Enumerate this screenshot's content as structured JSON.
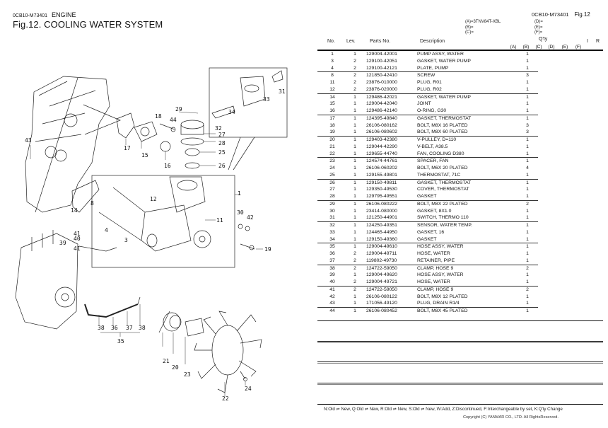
{
  "header": {
    "doc_code": "0CB10-M73401",
    "section": "ENGINE",
    "title": "Fig.12.  COOLING WATER SYSTEM",
    "right_code": "0CB10-M73401",
    "fig_label": "Fig.12"
  },
  "models": {
    "a": "(A)=3TNV84T-XBL",
    "b": "(B)=",
    "c": "(C)=",
    "d": "(D)=",
    "e": "(E)=",
    "f": "(F)="
  },
  "columns": {
    "no": "No.",
    "lev": "Lev.",
    "parts_no": "Parts No.",
    "description": "Description",
    "qty": "Q'ty",
    "qa": "(A)",
    "qb": "(B)",
    "qc": "(C)",
    "qd": "(D)",
    "qe": "(E)",
    "qf": "(F)",
    "i": "I",
    "r": "R"
  },
  "parts": [
    {
      "no": "1",
      "lev": "1",
      "pn": "129004-42001",
      "desc": "PUMP ASSY, WATER",
      "qa": "1"
    },
    {
      "no": "3",
      "lev": "2",
      "pn": "129100-42051",
      "desc": "GASKET, WATER PUMP",
      "qa": "1"
    },
    {
      "no": "4",
      "lev": "2",
      "pn": "129100-42121",
      "desc": "PLATE, PUMP",
      "qa": "1"
    },
    {
      "no": "8",
      "lev": "2",
      "pn": "121850-42410",
      "desc": "SCREW",
      "qa": "3"
    },
    {
      "no": "11",
      "lev": "2",
      "pn": "23876-010000",
      "desc": "PLUG, R01",
      "qa": "1"
    },
    {
      "no": "12",
      "lev": "2",
      "pn": "23876-020000",
      "desc": "PLUG, R02",
      "qa": "1"
    },
    {
      "no": "14",
      "lev": "1",
      "pn": "129486-42021",
      "desc": "GASKET, WATER PUMP",
      "qa": "1"
    },
    {
      "no": "15",
      "lev": "1",
      "pn": "129004-42040",
      "desc": "JOINT",
      "qa": "1"
    },
    {
      "no": "16",
      "lev": "1",
      "pn": "129486-42140",
      "desc": "O-RING, G30",
      "qa": "1"
    },
    {
      "no": "17",
      "lev": "1",
      "pn": "124395-49840",
      "desc": "GASKET, THERMOSTAT",
      "qa": "1"
    },
    {
      "no": "18",
      "lev": "1",
      "pn": "26106-080162",
      "desc": "BOLT, M8X 16 PLATED",
      "qa": "3"
    },
    {
      "no": "19",
      "lev": "1",
      "pn": "26106-080602",
      "desc": "BOLT, M8X 60 PLATED",
      "qa": "3"
    },
    {
      "no": "20",
      "lev": "1",
      "pn": "129403-42380",
      "desc": "V-PULLEY, D=110",
      "qa": "1"
    },
    {
      "no": "21",
      "lev": "1",
      "pn": "129044-42290",
      "desc": "V-BELT, A38.5",
      "qa": "1"
    },
    {
      "no": "22",
      "lev": "1",
      "pn": "129655-44740",
      "desc": "FAN, COOLING D380",
      "qa": "1"
    },
    {
      "no": "23",
      "lev": "1",
      "pn": "124574-44761",
      "desc": "SPACER, FAN",
      "qa": "1"
    },
    {
      "no": "24",
      "lev": "1",
      "pn": "26106-060202",
      "desc": "BOLT, M6X 20 PLATED",
      "qa": "4"
    },
    {
      "no": "25",
      "lev": "1",
      "pn": "129155-49801",
      "desc": "THERMOSTAT, 71C",
      "qa": "1"
    },
    {
      "no": "26",
      "lev": "1",
      "pn": "129150-49811",
      "desc": "GASKET, THERMOSTAT",
      "qa": "1"
    },
    {
      "no": "27",
      "lev": "1",
      "pn": "129350-49530",
      "desc": "COVER, THERMOSTAT",
      "qa": "1"
    },
    {
      "no": "28",
      "lev": "1",
      "pn": "129795-49551",
      "desc": "GASKET",
      "qa": "1"
    },
    {
      "no": "29",
      "lev": "1",
      "pn": "26106-080222",
      "desc": "BOLT, M8X 22 PLATED",
      "qa": "2"
    },
    {
      "no": "30",
      "lev": "1",
      "pn": "23414-080000",
      "desc": "GASKET, 8X1.0",
      "qa": "1"
    },
    {
      "no": "31",
      "lev": "1",
      "pn": "121250-44901",
      "desc": "SWITCH, THERMO 110",
      "qa": "1"
    },
    {
      "no": "32",
      "lev": "1",
      "pn": "124250-49351",
      "desc": "SENSOR, WATER TEMP.",
      "qa": "1"
    },
    {
      "no": "33",
      "lev": "1",
      "pn": "124465-44950",
      "desc": "GASKET, 16",
      "qa": "1"
    },
    {
      "no": "34",
      "lev": "1",
      "pn": "129150-49360",
      "desc": "GASKET",
      "qa": "1"
    },
    {
      "no": "35",
      "lev": "1",
      "pn": "129004-49610",
      "desc": "HOSE ASSY, WATER",
      "qa": "1"
    },
    {
      "no": "36",
      "lev": "2",
      "pn": "129004-49711",
      "desc": "HOSE, WATER",
      "qa": "1"
    },
    {
      "no": "37",
      "lev": "2",
      "pn": "119802-49730",
      "desc": "RETAINER, PIPE",
      "qa": "1"
    },
    {
      "no": "38",
      "lev": "2",
      "pn": "124722-59050",
      "desc": "CLAMP, HOSE 9",
      "qa": "2"
    },
    {
      "no": "39",
      "lev": "1",
      "pn": "129004-49620",
      "desc": "HOSE ASSY, WATER",
      "qa": "1"
    },
    {
      "no": "40",
      "lev": "2",
      "pn": "129004-49721",
      "desc": "HOSE, WATER",
      "qa": "1"
    },
    {
      "no": "41",
      "lev": "2",
      "pn": "124722-59050",
      "desc": "CLAMP, HOSE 9",
      "qa": "2"
    },
    {
      "no": "42",
      "lev": "1",
      "pn": "26106-080122",
      "desc": "BOLT, M8X 12 PLATED",
      "qa": "1"
    },
    {
      "no": "43",
      "lev": "1",
      "pn": "171056-49120",
      "desc": "PLUG, DRAIN R1/4",
      "qa": "1"
    },
    {
      "no": "44",
      "lev": "1",
      "pn": "26106-080452",
      "desc": "BOLT, M8X 45 PLATED",
      "qa": "1"
    }
  ],
  "footer": {
    "legend": "N:Old ⇌ New, Q:Old ⇌ New, R:Old ⇌ New, S:Old ⇌ New, W:Add, Z:Discontinued, F:Interchangeable by set, K:Q'ty Change",
    "copyright": "Copyright (C)  YANMAR CO., LTD. All RightsReserved."
  },
  "callouts": [
    "1",
    "3",
    "4",
    "8",
    "11",
    "12",
    "14",
    "15",
    "16",
    "17",
    "18",
    "19",
    "20",
    "21",
    "22",
    "23",
    "24",
    "25",
    "26",
    "27",
    "28",
    "29",
    "30",
    "31",
    "32",
    "33",
    "34",
    "35",
    "36",
    "37",
    "38",
    "38",
    "39",
    "40",
    "41",
    "41",
    "42",
    "43",
    "44"
  ]
}
